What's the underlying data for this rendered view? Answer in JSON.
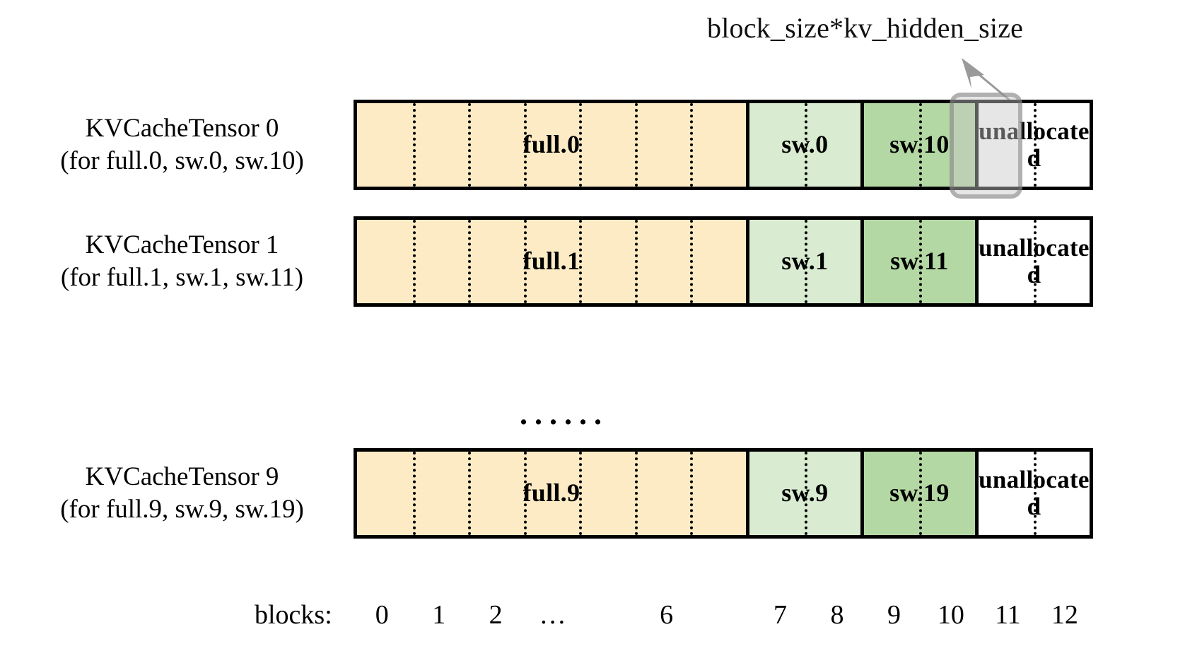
{
  "annotation": {
    "text": "block_size*kv_hidden_size",
    "arrow": "arrow-up-right",
    "points_to": "block-11-of-tensor-0"
  },
  "rows": [
    {
      "label_line1": "KVCacheTensor 0",
      "label_line2": "(for full.0, sw.0, sw.10)",
      "segments": [
        {
          "name": "full",
          "label": "full.0",
          "blocks": 7,
          "fill": "#FCEBC4"
        },
        {
          "name": "sw-a",
          "label": "sw.0",
          "blocks": 2,
          "fill": "#D9EBD0"
        },
        {
          "name": "sw-b",
          "label": "sw.10",
          "blocks": 2,
          "fill": "#B4D8A4"
        },
        {
          "name": "unallocated",
          "label": "unallocated",
          "blocks": 2,
          "fill": "#FFFFFF"
        }
      ],
      "highlighted_block": 11
    },
    {
      "label_line1": "KVCacheTensor 1",
      "label_line2": "(for full.1, sw.1, sw.11)",
      "segments": [
        {
          "name": "full",
          "label": "full.1",
          "blocks": 7,
          "fill": "#FCEBC4"
        },
        {
          "name": "sw-a",
          "label": "sw.1",
          "blocks": 2,
          "fill": "#D9EBD0"
        },
        {
          "name": "sw-b",
          "label": "sw.11",
          "blocks": 2,
          "fill": "#B4D8A4"
        },
        {
          "name": "unallocated",
          "label": "unallocated",
          "blocks": 2,
          "fill": "#FFFFFF"
        }
      ],
      "highlighted_block": null
    },
    {
      "label_line1": "KVCacheTensor 9",
      "label_line2": "(for full.9, sw.9, sw.19)",
      "segments": [
        {
          "name": "full",
          "label": "full.9",
          "blocks": 7,
          "fill": "#FCEBC4"
        },
        {
          "name": "sw-a",
          "label": "sw.9",
          "blocks": 2,
          "fill": "#D9EBD0"
        },
        {
          "name": "sw-b",
          "label": "sw.19",
          "blocks": 2,
          "fill": "#B4D8A4"
        },
        {
          "name": "unallocated",
          "label": "unallocated",
          "blocks": 2,
          "fill": "#FFFFFF"
        }
      ],
      "highlighted_block": null
    }
  ],
  "ellipsis": "......",
  "axis": {
    "title": "blocks:",
    "ticks": [
      "0",
      "1",
      "2",
      "…",
      "6",
      "7",
      "8",
      "9",
      "10",
      "11",
      "12"
    ]
  },
  "colors": {
    "full_fill": "#FCEBC4",
    "sw_light_fill": "#D9EBD0",
    "sw_dark_fill": "#B4D8A4",
    "unallocated_fill": "#FFFFFF",
    "outline": "#000000",
    "highlight": "#C8C8C8"
  }
}
